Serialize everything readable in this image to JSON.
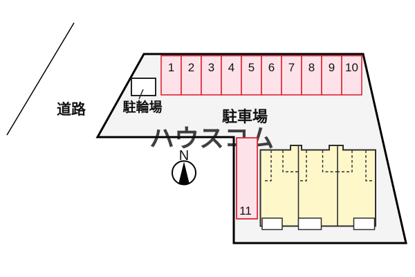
{
  "map": {
    "road_label": "道路",
    "lot_label": "駐車場",
    "bicycle_label": "駐輪場",
    "compass_label": "N",
    "watermark": "ハウスコム",
    "spaces": [
      "1",
      "2",
      "3",
      "4",
      "5",
      "6",
      "7",
      "8",
      "9",
      "10"
    ],
    "side_space": "11"
  },
  "colors": {
    "lot_fill": "#f4f4f4",
    "lot_outline": "#000000",
    "space_fill": "#fde3e9",
    "space_border": "#dd2434",
    "building_fill": "#fdf7ca",
    "building_border": "#2e2e2e",
    "text": "#111111",
    "watermark": "#e9e9e9"
  }
}
